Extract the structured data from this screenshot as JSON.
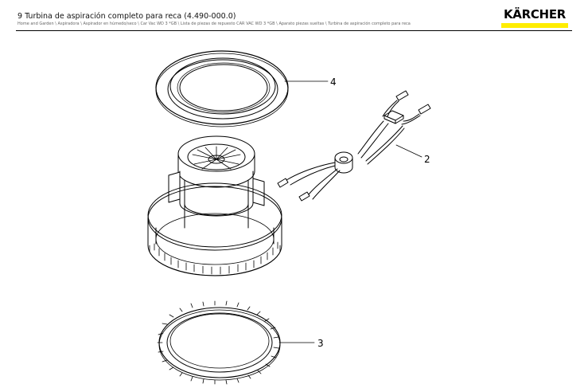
{
  "header": {
    "title": "9 Turbina de aspiración completo para reca (4.490-000.0)",
    "breadcrumb": "Home and Garden \\ Aspiradora \\ Aspirador en húmedo/seco \\ Car Vac WD 3 *GB \\ Lista de piezas de repuesto CAR VAC WD 3 *GB \\ Aparato piezas sueltas \\ Turbina de aspiración completo para reca",
    "logo_text": "KÄRCHER",
    "brand_color": "#ffed00"
  },
  "diagram": {
    "callouts": [
      {
        "id": "4",
        "label": "4"
      },
      {
        "id": "2",
        "label": "2"
      },
      {
        "id": "3",
        "label": "3"
      }
    ]
  }
}
